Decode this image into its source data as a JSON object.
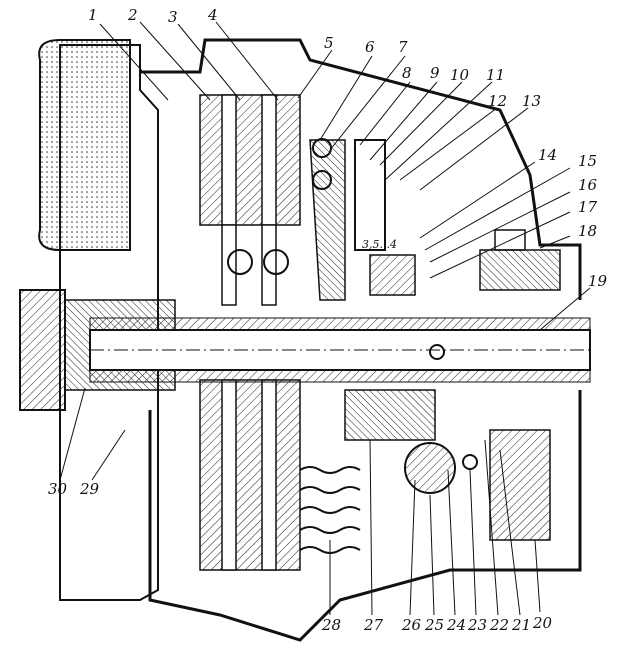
{
  "figure": {
    "dimension_note": "3,5...4",
    "callouts_top": [
      "1",
      "2",
      "3",
      "4",
      "5",
      "6",
      "7",
      "8",
      "9",
      "10",
      "11",
      "12",
      "13"
    ],
    "callouts_right": [
      "14",
      "15",
      "16",
      "17",
      "18",
      "19"
    ],
    "callouts_bottom": [
      "20",
      "21",
      "22",
      "23",
      "24",
      "25",
      "26",
      "27",
      "28",
      "29",
      "30"
    ]
  }
}
